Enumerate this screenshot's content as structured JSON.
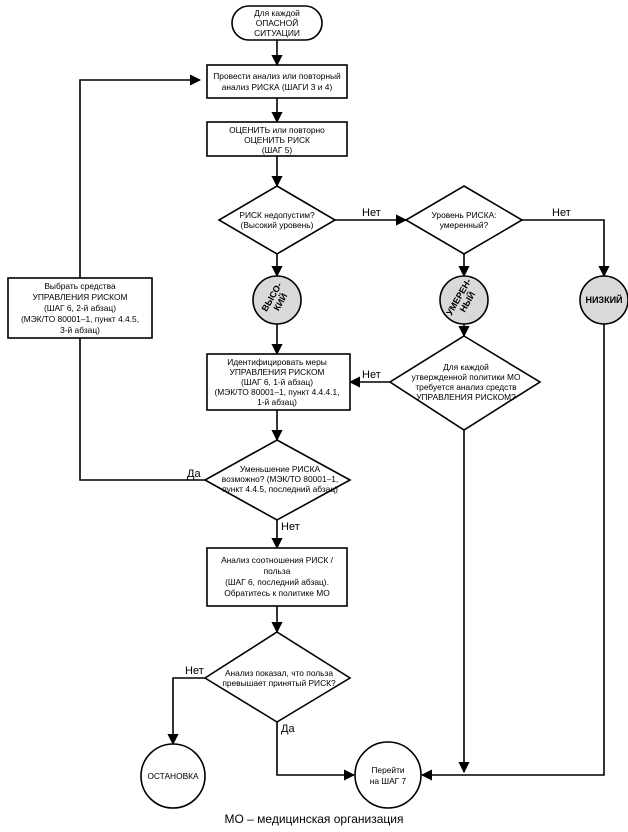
{
  "nodes": {
    "start": [
      "Для каждой",
      "ОПАСНОЙ",
      "СИТУАЦИИ"
    ],
    "analyze": [
      "Провести анализ или повторный",
      "анализ РИСКА (ШАГИ 3 и 4)"
    ],
    "evaluate": [
      "ОЦЕНИТЬ или повторно",
      "ОЦЕНИТЬ РИСК",
      "(ШАГ 5)"
    ],
    "risk_unacceptable": [
      "РИСК недопустим?",
      "(Высокий уровень)"
    ],
    "risk_moderate": [
      "Уровень РИСКА:",
      "умеренный?"
    ],
    "high": [
      "ВЫСО-",
      "КИЙ"
    ],
    "medium": [
      "УМЕРЕН-",
      "НЫЙ"
    ],
    "low": "НИЗКИЙ",
    "select_controls": [
      "Выбрать средства",
      "УПРАВЛЕНИЯ РИСКОМ",
      "(ШАГ 6, 2-й абзац)",
      "(МЭК/ТО 80001–1, пункт 4.4.5,",
      "3-й абзац)"
    ],
    "identify_measures": [
      "Идентифицировать меры",
      "УПРАВЛЕНИЯ РИСКОМ",
      "(ШАГ 6, 1-й абзац)",
      "(МЭК/ТО 80001–1, пункт 4.4.4.1,",
      "1-й абзац)"
    ],
    "policy_question": [
      "Для каждой",
      "утвержденной политики МО",
      "требуется анализ средств",
      "УПРАВЛЕНИЯ РИСКОМ?"
    ],
    "reduction_possible": [
      "Уменьшение РИСКА",
      "возможно? (МЭК/ТО 80001–1,",
      "пункт 4.4.5, последний абзац)"
    ],
    "benefit_analysis": [
      "Анализ соотношения РИСК /",
      "польза",
      "(ШАГ 6, последний абзац).",
      "Обратитесь к политике МО"
    ],
    "benefit_question": [
      "Анализ показал, что польза",
      "превышает принятый РИСК?"
    ],
    "stop": "ОСТАНОВКА",
    "goto_step7": [
      "Перейти",
      "на ШАГ 7"
    ]
  },
  "edge_labels": {
    "no_1": "Нет",
    "no_2": "Нет",
    "no_3": "Нет",
    "yes_reduction": "Да",
    "no_reduction": "Нет",
    "no_benefit": "Нет",
    "yes_benefit": "Да"
  },
  "caption": "МО – медицинская организация"
}
